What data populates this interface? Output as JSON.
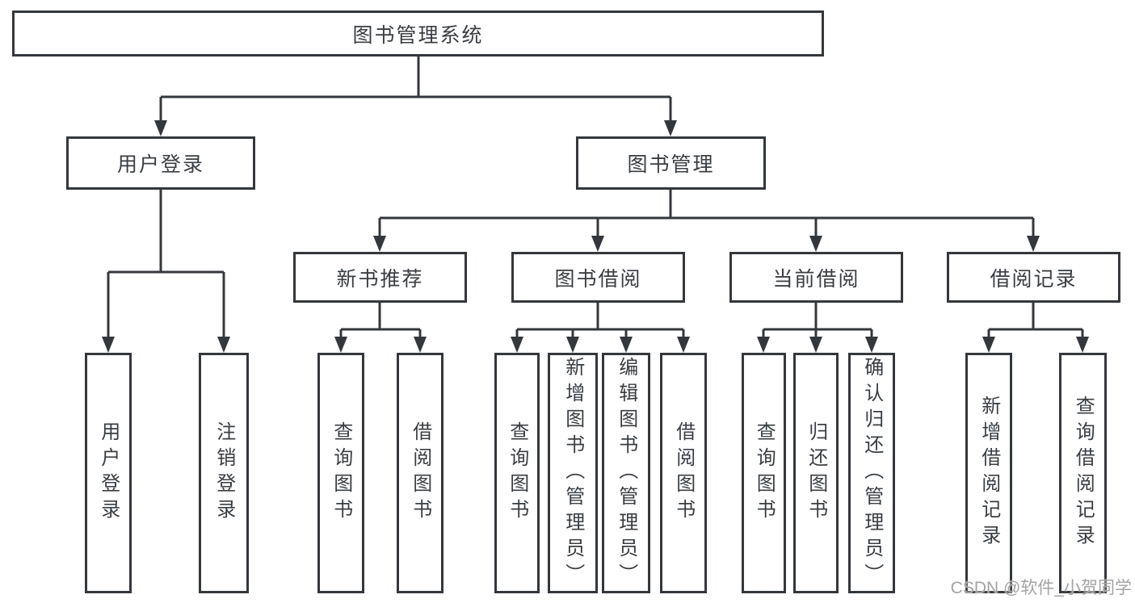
{
  "diagram": {
    "root": {
      "label": "图书管理系统"
    },
    "branches": [
      {
        "label": "用户登录",
        "children": [
          "用户登录",
          "注销登录"
        ]
      },
      {
        "label": "图书管理",
        "sections": [
          {
            "label": "新书推荐",
            "children": [
              "查询图书",
              "借阅图书"
            ]
          },
          {
            "label": "图书借阅",
            "children": [
              "查询图书",
              "新增图书（管理员）",
              "编辑图书（管理员）",
              "借阅图书"
            ]
          },
          {
            "label": "当前借阅",
            "children": [
              "查询图书",
              "归还图书",
              "确认归还（管理员）"
            ]
          },
          {
            "label": "借阅记录",
            "children": [
              "新增借阅记录",
              "查询借阅记录"
            ]
          }
        ]
      }
    ]
  },
  "watermark": {
    "text": "CSDN @软件_小贺同学"
  },
  "colors": {
    "line": "#34383c",
    "text": "#3a3e42",
    "watermark": "#a3a3a3",
    "background": "#ffffff",
    "box_fill": "#ffffff"
  }
}
